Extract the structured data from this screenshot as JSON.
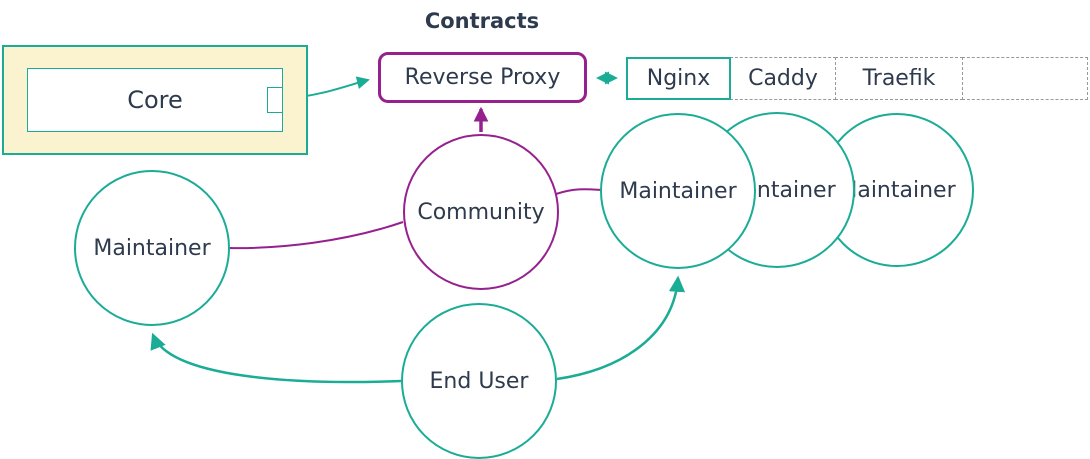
{
  "title": "Contracts",
  "colors": {
    "teal": "#1BAC96",
    "purple": "#96208E",
    "text": "#2E3A4D",
    "core_fill": "#FBF2CF",
    "dashed_border": "#97999C",
    "node_fill": "#FFFFFF"
  },
  "nodes": {
    "core": {
      "label": "Core"
    },
    "reverse_proxy": {
      "label": "Reverse Proxy"
    },
    "proxy_row": {
      "cells": [
        {
          "label": "Nginx",
          "border": "solid-teal"
        },
        {
          "label": "Caddy",
          "border": "dashed-gray"
        },
        {
          "label": "Traefik",
          "border": "dashed-gray"
        },
        {
          "label": "",
          "border": "dashed-gray"
        }
      ]
    },
    "community": {
      "label": "Community"
    },
    "maintainer_left": {
      "label": "Maintainer"
    },
    "maintainers_right": [
      {
        "label": "Maintainer"
      },
      {
        "label": "Maintainer"
      },
      {
        "label": "Maintainer"
      }
    ],
    "end_user": {
      "label": "End User"
    }
  },
  "edges": [
    {
      "from": "core",
      "to": "reverse_proxy",
      "style": "arrow",
      "color": "teal"
    },
    {
      "from": "reverse_proxy",
      "to": "nginx",
      "style": "double-arrow",
      "color": "teal"
    },
    {
      "from": "community",
      "to": "reverse_proxy",
      "style": "arrow",
      "color": "purple"
    },
    {
      "from": "community",
      "to": "maintainer_right_1",
      "style": "line",
      "color": "purple"
    },
    {
      "from": "community",
      "to": "maintainer_left",
      "style": "line",
      "color": "purple"
    },
    {
      "from": "end_user",
      "to": "maintainer_left",
      "style": "arrow",
      "color": "teal"
    },
    {
      "from": "end_user",
      "to": "maintainer_right_1",
      "style": "arrow",
      "color": "teal"
    }
  ]
}
